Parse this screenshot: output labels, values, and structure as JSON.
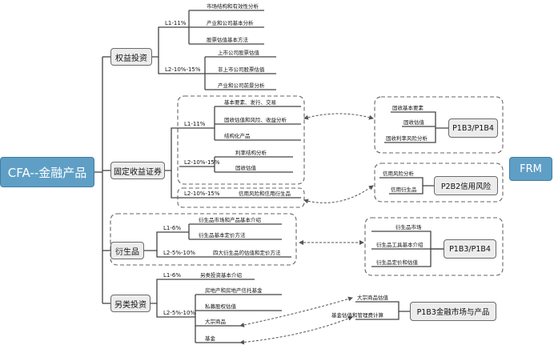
{
  "root": "CFA--金融产品",
  "frm": "FRM",
  "categories": {
    "equity": "权益投资",
    "fixed_income": "固定收益证券",
    "derivatives": "衍生品",
    "alternatives": "另类投资"
  },
  "equity": {
    "l1_label": "L1-11%",
    "l1_items": [
      "市场结构和有效性分析",
      "产业和公司基本分析",
      "股票估值基本方法"
    ],
    "l2_label": "L2-10%-15%",
    "l2_items": [
      "上市公司股票估值",
      "非上市公司股票估值",
      "产业和公司前景分析"
    ]
  },
  "fixed_income": {
    "l1_label": "L1-11%",
    "l1_items": [
      "基本要素、发行、交易",
      "固收估值和风险、收益分析",
      "结构化产品"
    ],
    "l2a_label": "L2-10%-15%",
    "l2a_items": [
      "利率结构分析",
      "固收估值"
    ],
    "l2b_label": "L2-10%-15%",
    "l2b_item": "信用风险和信用衍生品"
  },
  "derivatives": {
    "l1_label": "L1-6%",
    "l1_items": [
      "衍生品市场和产品基本介绍",
      "衍生品基本定价方法"
    ],
    "l2_label": "L2-5%-10%",
    "l2_item": "四大衍生品的估值和定价方法"
  },
  "alternatives": {
    "l1_label": "L1-6%",
    "l1_item": "另类投资基本介绍",
    "l2_label": "L2-5%-10%",
    "l2_items": [
      "房地产和房地产信托基金",
      "私募股权估值",
      "大宗商品",
      "基金"
    ]
  },
  "frm_groups": {
    "g1": {
      "title": "P1B3/P1B4",
      "items": [
        "固收基本要素",
        "固收估值",
        "固收利率风险分析"
      ]
    },
    "g2": {
      "title": "P2B2信用风险",
      "items": [
        "信用风险分析",
        "信用衍生品"
      ]
    },
    "g3": {
      "title": "P1B3/P1B4",
      "items": [
        "衍生品市场",
        "衍生品工具基本介绍",
        "衍生品定价和估值"
      ]
    },
    "g4": {
      "title": "P1B3金融市场与产品",
      "items": [
        "大宗商品估值",
        "基金估值和管理费计算"
      ]
    }
  }
}
